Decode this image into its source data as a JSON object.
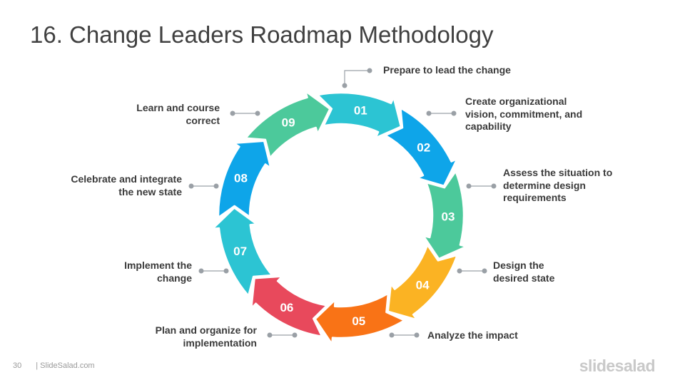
{
  "slide": {
    "title": "16. Change Leaders Roadmap Methodology",
    "page_number": "30",
    "footer_text": "| SlideSalad.com",
    "brand": "slidesalad"
  },
  "steps": [
    {
      "number": "01",
      "color": "#2cc4d3",
      "label": [
        "Prepare to lead the change"
      ]
    },
    {
      "number": "02",
      "color": "#0ea5e9",
      "label": [
        "Create organizational",
        "vision, commitment, and",
        "capability"
      ]
    },
    {
      "number": "03",
      "color": "#4cc99b",
      "label": [
        "Assess the situation to",
        "determine design",
        "requirements"
      ]
    },
    {
      "number": "04",
      "color": "#fbb323",
      "label": [
        "Design the",
        "desired state"
      ]
    },
    {
      "number": "05",
      "color": "#f97316",
      "label": [
        "Analyze the impact"
      ]
    },
    {
      "number": "06",
      "color": "#e8495c",
      "label": [
        "Plan and organize for",
        "implementation"
      ]
    },
    {
      "number": "07",
      "color": "#2cc4d3",
      "label": [
        "Implement the",
        "change"
      ]
    },
    {
      "number": "08",
      "color": "#0ea5e9",
      "label": [
        "Celebrate and integrate",
        "the new state"
      ]
    },
    {
      "number": "09",
      "color": "#4cc99b",
      "label": [
        "Learn and course",
        "correct"
      ]
    }
  ],
  "colors": {
    "connector": "#9aa0a6",
    "title": "#404040",
    "label": "#3a3a3a"
  }
}
